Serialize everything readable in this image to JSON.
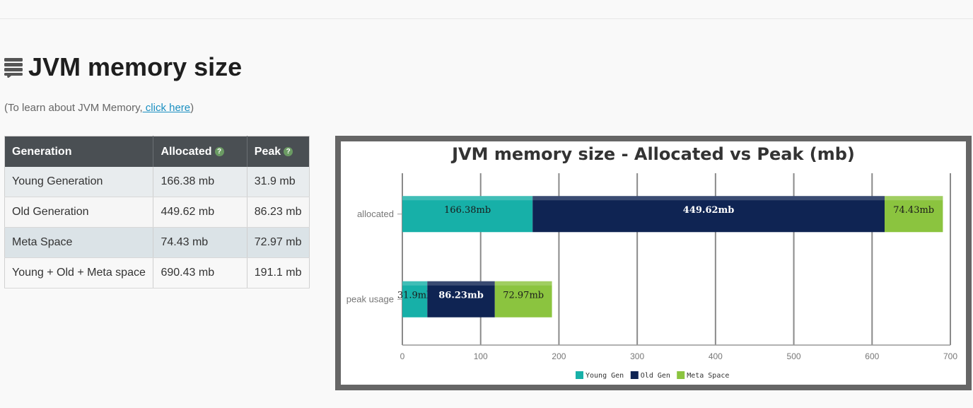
{
  "page": {
    "title": "JVM memory size",
    "subtitle_prefix": "(To learn about JVM Memory,",
    "subtitle_link": " click here",
    "subtitle_suffix": ")"
  },
  "table": {
    "headers": [
      "Generation",
      "Allocated",
      "Peak"
    ],
    "rows": [
      [
        "Young Generation",
        "166.38 mb",
        "31.9 mb"
      ],
      [
        "Old Generation",
        "449.62 mb",
        "86.23 mb"
      ],
      [
        "Meta Space",
        "74.43 mb",
        "72.97 mb"
      ],
      [
        "Young + Old + Meta space",
        "690.43 mb",
        "191.1 mb"
      ]
    ]
  },
  "colors": {
    "young": "#17b0a8",
    "old": "#0f2453",
    "meta": "#8bc43f",
    "header_bg": "#4a4f53"
  },
  "chart_data": {
    "type": "bar",
    "orientation": "horizontal",
    "stacked": true,
    "title": "JVM memory size - Allocated vs Peak (mb)",
    "categories": [
      "allocated",
      "peak usage"
    ],
    "series": [
      {
        "name": "Young Gen",
        "values": [
          166.38,
          31.9
        ],
        "labels": [
          "166.38mb",
          "31.9mb"
        ],
        "color": "#17b0a8"
      },
      {
        "name": "Old Gen",
        "values": [
          449.62,
          86.23
        ],
        "labels": [
          "449.62mb",
          "86.23mb"
        ],
        "color": "#0f2453"
      },
      {
        "name": "Meta Space",
        "values": [
          74.43,
          72.97
        ],
        "labels": [
          "74.43mb",
          "72.97mb"
        ],
        "color": "#8bc43f"
      }
    ],
    "xlim": [
      0,
      700
    ],
    "xticks": [
      0,
      100,
      200,
      300,
      400,
      500,
      600,
      700
    ],
    "grid": true,
    "legend": "bottom-center"
  }
}
